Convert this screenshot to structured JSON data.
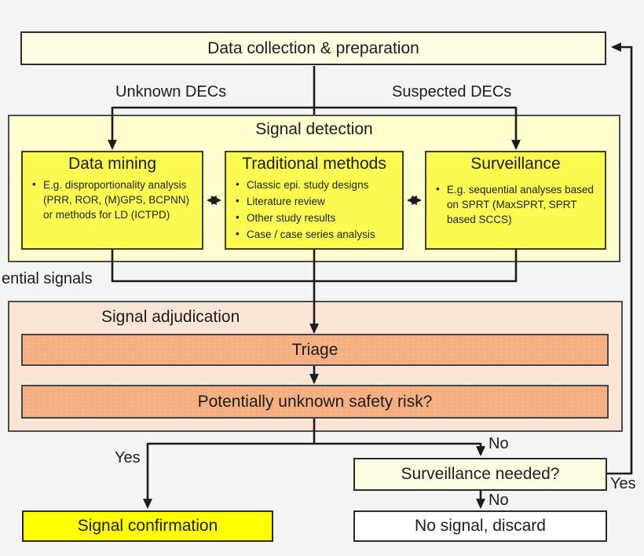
{
  "diagram": {
    "top_box": {
      "label": "Data collection & preparation"
    },
    "branch_labels": {
      "left": "Unknown DECs",
      "right": "Suspected DECs"
    },
    "detection": {
      "title": "Signal detection",
      "boxes": [
        {
          "title": "Data mining",
          "bullets": [
            "E.g. disproportionality analysis (PRR, ROR, (M)GPS, BCPNN) or methods for LD (ICTPD)"
          ]
        },
        {
          "title": "Traditional methods",
          "bullets": [
            "Classic epi. study designs",
            "Literature review",
            "Other study results",
            "Case / case series analysis"
          ]
        },
        {
          "title": "Surveillance",
          "bullets": [
            "E.g. sequential analyses based on SPRT (MaxSPRT, SPRT based SCCS)"
          ]
        }
      ]
    },
    "potential_signals_label": "ential signals",
    "adjudication": {
      "title": "Signal adjudication",
      "triage": "Triage",
      "risk_question": "Potentially unknown safety risk?"
    },
    "decision_labels": {
      "yes_left": "Yes",
      "no_right": "No",
      "yes_feedback": "Yes",
      "no_down": "No"
    },
    "surveillance_needed_box": {
      "label": "Surveillance needed?"
    },
    "signal_confirmation_box": {
      "label": "Signal confirmation"
    },
    "no_signal_box": {
      "label": "No signal, discard"
    },
    "colors": {
      "background": "#f4f4f5",
      "cream_box": "#fdfde3",
      "detection_container": "#ffffd0",
      "detection_box_yellow": "#fafa50",
      "adjudication_container": "#fbe5d6",
      "adjudication_bar": "#f5b183",
      "confirmation_yellow": "#ffff00",
      "discard_white": "#ffffff",
      "line": "#1b1b1b"
    }
  }
}
